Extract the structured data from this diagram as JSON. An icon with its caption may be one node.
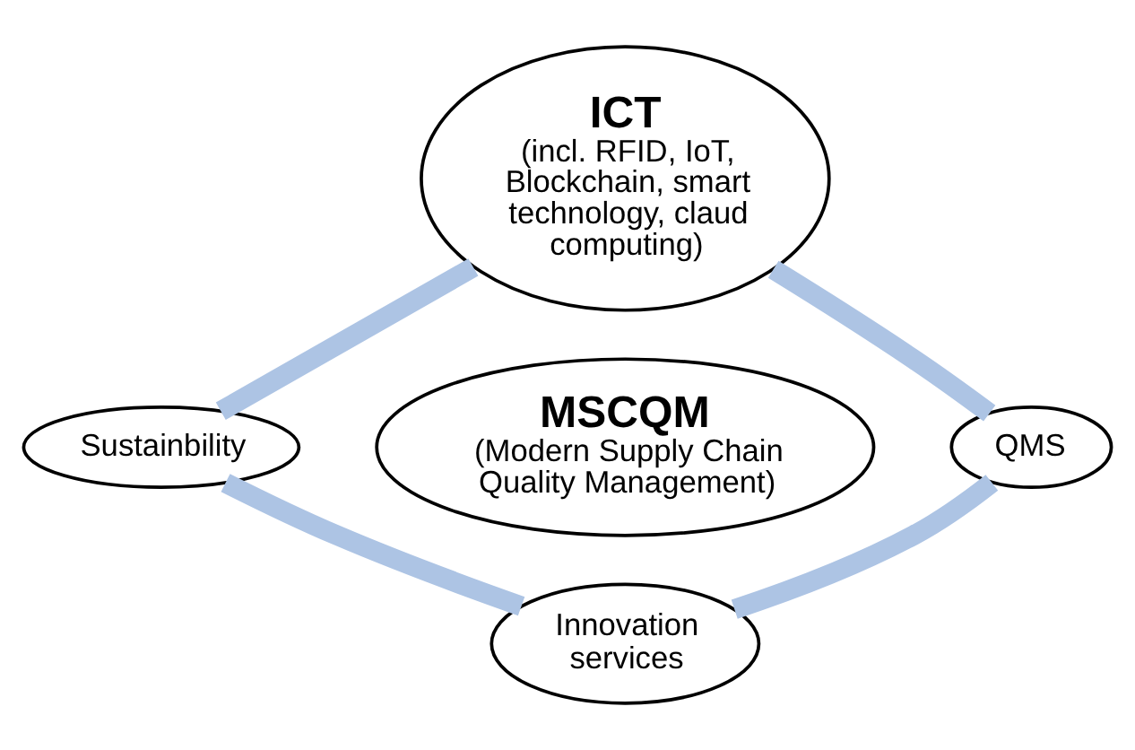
{
  "diagram": {
    "nodes": [
      {
        "text": [
          "ICT",
          "(incl. RFID, IoT, Blockchain, smart technology, claud computing)"
        ]
      },
      {
        "text": [
          "Sustainbility"
        ]
      },
      {
        "text": [
          "MSCQM",
          "(Modern Supply Chain Quality Management)"
        ]
      },
      {
        "text": [
          "QMS"
        ]
      },
      {
        "text": [
          "Innovation services"
        ]
      }
    ],
    "edges": [
      {
        "from": 0,
        "to": 3,
        "arrow": "none",
        "color": "#adc4e4"
      },
      {
        "from": 3,
        "to": 4,
        "arrow": "none",
        "color": "#adc4e4"
      },
      {
        "from": 4,
        "to": 1,
        "arrow": "none",
        "color": "#adc4e4"
      },
      {
        "from": 1,
        "to": 0,
        "arrow": "none",
        "color": "#adc4e4"
      }
    ]
  }
}
